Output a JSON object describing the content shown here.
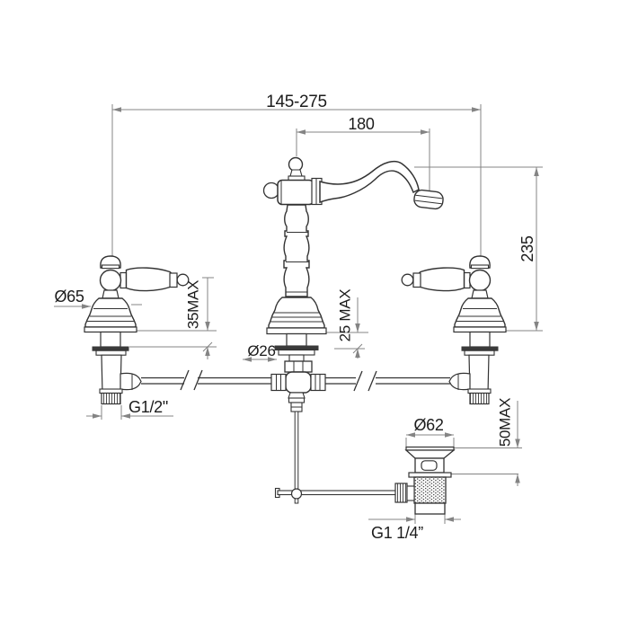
{
  "drawing": {
    "subject": "3-hole basin mixer faucet with pop-up waste - dimensional drawing",
    "background": "#ffffff",
    "object_line_color": "#333333",
    "dimension_line_color": "#848484",
    "text_color": "#1c1c1c",
    "labels": {
      "spread": "145-275",
      "spout_reach": "180",
      "spout_height": "235",
      "handle_base_diameter": "Ø65",
      "deck_max_handle": "35MAX",
      "deck_max_spout": "25 MAX",
      "spout_base_diameter": "Ø26",
      "inlet_thread": "G1/2\"",
      "waste_top_diameter": "Ø62",
      "deck_max_waste": "50MAX",
      "waste_thread": "G1 1/4”"
    }
  }
}
